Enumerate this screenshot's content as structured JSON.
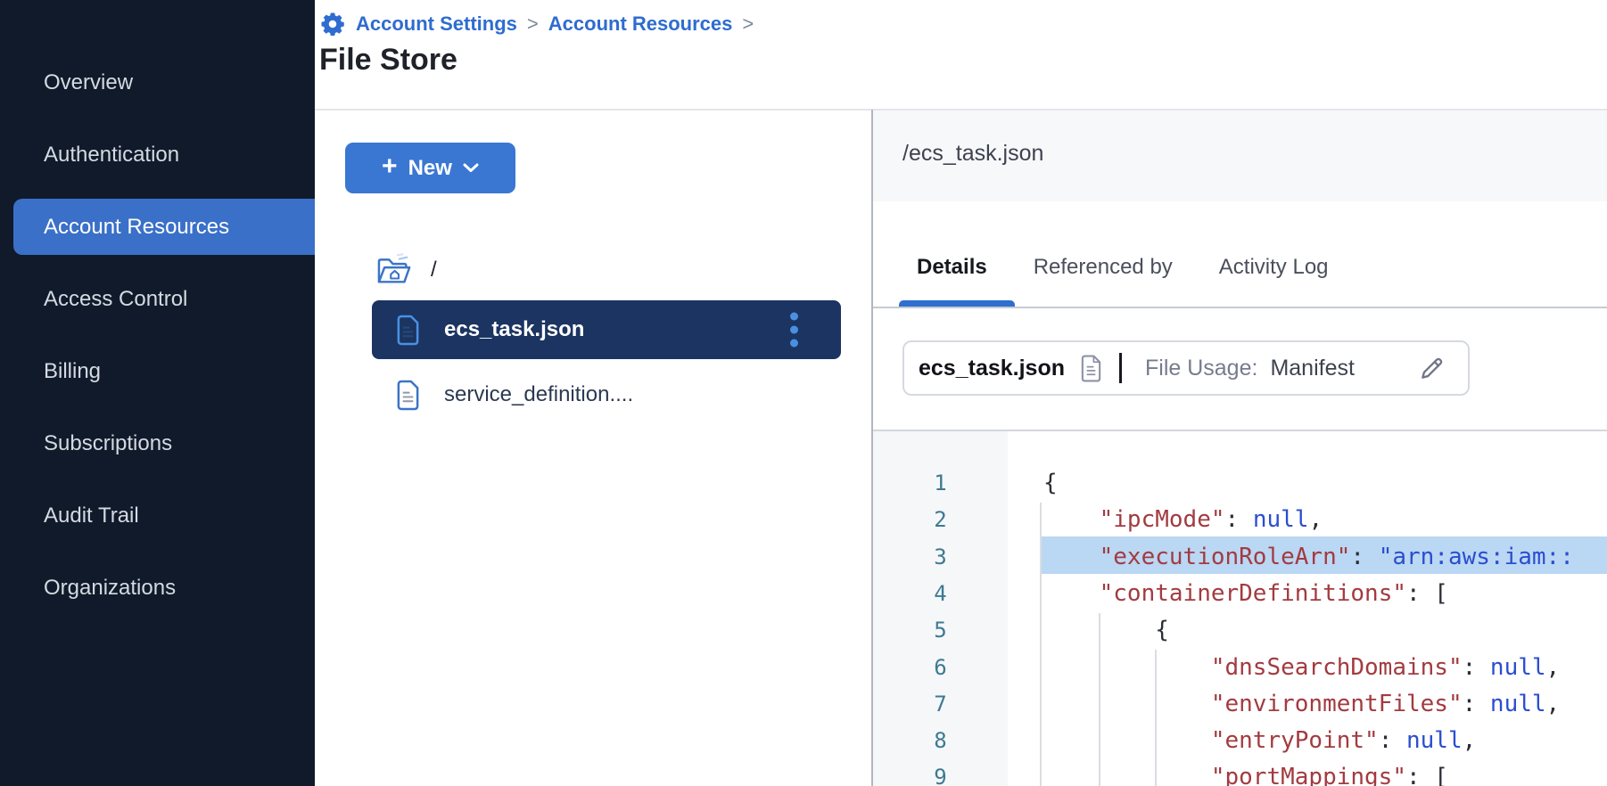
{
  "page": {
    "title": "File Store"
  },
  "breadcrumb": {
    "items": [
      "Account Settings",
      "Account Resources"
    ],
    "separator": ">"
  },
  "sidebar": {
    "items": [
      {
        "label": "Overview",
        "active": false
      },
      {
        "label": "Authentication",
        "active": false
      },
      {
        "label": "Account Resources",
        "active": true
      },
      {
        "label": "Access Control",
        "active": false
      },
      {
        "label": "Billing",
        "active": false
      },
      {
        "label": "Subscriptions",
        "active": false
      },
      {
        "label": "Audit Trail",
        "active": false
      },
      {
        "label": "Organizations",
        "active": false
      }
    ]
  },
  "tree": {
    "new_button_label": "New",
    "root_label": "/",
    "files": [
      {
        "name": "ecs_task.json",
        "selected": true,
        "has_menu": true
      },
      {
        "name": "service_definition....",
        "selected": false,
        "has_menu": false
      }
    ]
  },
  "detail": {
    "path": "/ecs_task.json",
    "tabs": [
      {
        "label": "Details",
        "active": true
      },
      {
        "label": "Referenced by",
        "active": false
      },
      {
        "label": "Activity Log",
        "active": false
      }
    ],
    "file_card": {
      "name": "ecs_task.json",
      "usage_label": "File Usage:",
      "usage_value": "Manifest"
    }
  },
  "code": {
    "lines": [
      {
        "num": 1,
        "highlighted": false,
        "segments": [
          [
            "{",
            "p"
          ]
        ]
      },
      {
        "num": 2,
        "highlighted": false,
        "segments": [
          [
            "    ",
            "p"
          ],
          [
            "\"ipcMode\"",
            "k"
          ],
          [
            ": ",
            "p"
          ],
          [
            "null",
            "v"
          ],
          [
            ",",
            "p"
          ]
        ]
      },
      {
        "num": 3,
        "highlighted": true,
        "segments": [
          [
            "    ",
            "p"
          ],
          [
            "\"executionRoleArn\"",
            "k"
          ],
          [
            ": ",
            "p"
          ],
          [
            "\"arn:aws:iam::",
            "s"
          ]
        ]
      },
      {
        "num": 4,
        "highlighted": false,
        "segments": [
          [
            "    ",
            "p"
          ],
          [
            "\"containerDefinitions\"",
            "k"
          ],
          [
            ": [",
            "p"
          ]
        ]
      },
      {
        "num": 5,
        "highlighted": false,
        "segments": [
          [
            "        {",
            "p"
          ]
        ]
      },
      {
        "num": 6,
        "highlighted": false,
        "segments": [
          [
            "            ",
            "p"
          ],
          [
            "\"dnsSearchDomains\"",
            "k"
          ],
          [
            ": ",
            "p"
          ],
          [
            "null",
            "v"
          ],
          [
            ",",
            "p"
          ]
        ]
      },
      {
        "num": 7,
        "highlighted": false,
        "segments": [
          [
            "            ",
            "p"
          ],
          [
            "\"environmentFiles\"",
            "k"
          ],
          [
            ": ",
            "p"
          ],
          [
            "null",
            "v"
          ],
          [
            ",",
            "p"
          ]
        ]
      },
      {
        "num": 8,
        "highlighted": false,
        "segments": [
          [
            "            ",
            "p"
          ],
          [
            "\"entryPoint\"",
            "k"
          ],
          [
            ": ",
            "p"
          ],
          [
            "null",
            "v"
          ],
          [
            ",",
            "p"
          ]
        ]
      },
      {
        "num": 9,
        "highlighted": false,
        "segments": [
          [
            "            ",
            "p"
          ],
          [
            "\"portMappings\"",
            "k"
          ],
          [
            ": [",
            "p"
          ]
        ]
      }
    ]
  },
  "colors": {
    "accent_blue": "#2e6cd0",
    "sidebar_bg": "#101a2b",
    "sidebar_active_bg": "#3a70c8",
    "selected_row_bg": "#1b3462",
    "line_highlight": "#bad7f4",
    "code_key": "#a23b40",
    "code_value": "#2b4ecf",
    "line_number": "#3e7992"
  }
}
